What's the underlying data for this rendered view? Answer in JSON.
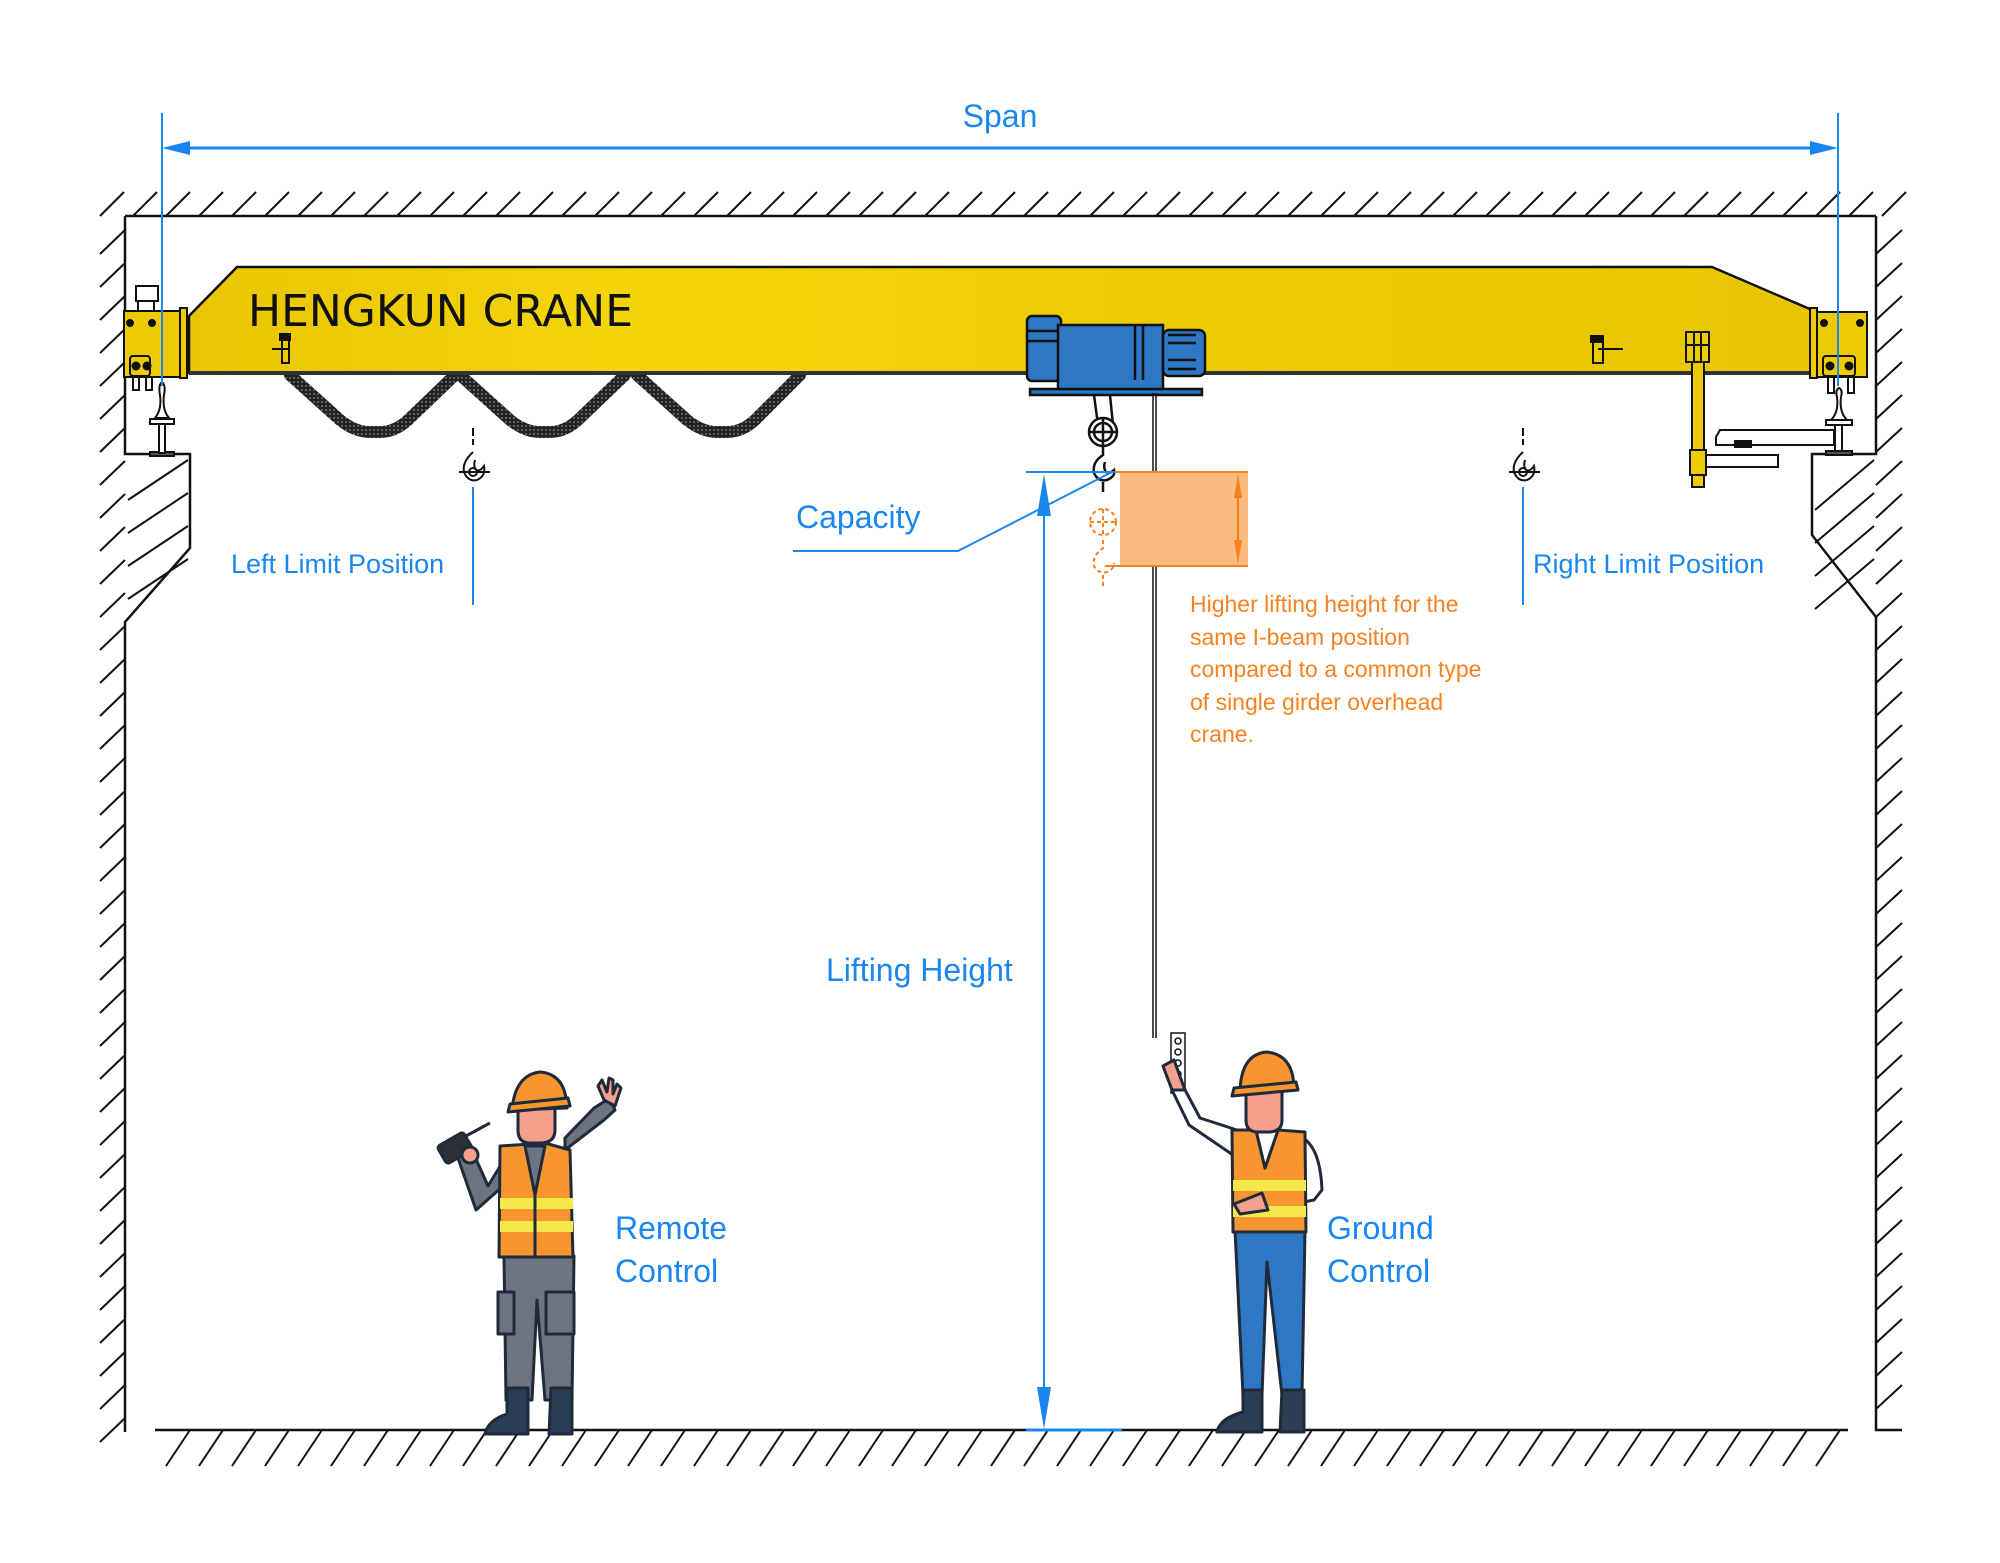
{
  "title": "Single girder overhead crane diagram",
  "brand_text": "HENGKUN CRANE",
  "labels": {
    "span": "Span",
    "capacity": "Capacity",
    "left_limit": "Left Limit Position",
    "right_limit": "Right Limit Position",
    "lifting_height": "Lifting Height",
    "remote_control": [
      "Remote",
      "Control"
    ],
    "ground_control": [
      "Ground",
      "Control"
    ]
  },
  "note": {
    "lines": [
      "Higher lifting height for the",
      "same I-beam position",
      "compared to a common type",
      "of single girder overhead",
      "crane."
    ]
  },
  "colors": {
    "dimension_blue": "#1a87f0",
    "note_orange": "#f5821f",
    "highlight_orange": "#fdbb80",
    "girder_yellow": "#ecca04",
    "hoist_blue": "#2e77c4",
    "vest_orange": "#f7962e",
    "vest_stripe": "#f4e84a"
  }
}
